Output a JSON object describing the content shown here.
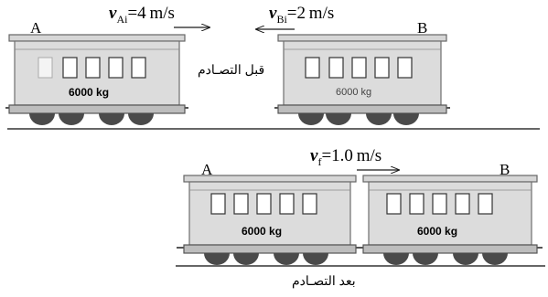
{
  "before": {
    "car_a_label": "A",
    "car_b_label": "B",
    "car_a_mass": "6000 kg",
    "car_b_mass": "6000 kg",
    "velocity_a": {
      "symbol": "v",
      "subscript": "Ai",
      "rest": "=4 m/s"
    },
    "velocity_b": {
      "symbol": "v",
      "subscript": "Bi",
      "rest": "=2 m/s"
    },
    "caption": "قبل التصـادم"
  },
  "after": {
    "car_a_label": "A",
    "car_b_label": "B",
    "car_a_mass": "6000 kg",
    "car_b_mass": "6000 kg",
    "velocity": {
      "symbol": "v",
      "subscript": "f",
      "rest": "=1.0 m/s"
    },
    "caption": "بعد التصـادم"
  },
  "colors": {
    "car_body": "#dcdcdc",
    "car_frame": "#6e6e6e",
    "wheel": "#4a4a4a",
    "line": "#1a1a1a"
  }
}
